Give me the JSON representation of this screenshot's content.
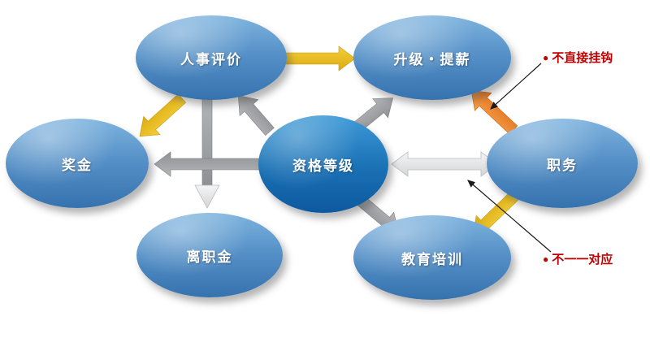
{
  "diagram": {
    "nodes": {
      "center": {
        "label": "资格等级"
      },
      "top_left": {
        "label": "人事评价"
      },
      "top_right": {
        "label": "升级・提薪"
      },
      "left": {
        "label": "奖金"
      },
      "right": {
        "label": "职务"
      },
      "bottom_left": {
        "label": "离职金"
      },
      "bottom_right": {
        "label": "教育培训"
      }
    },
    "edges": [
      {
        "from": "人事评价",
        "to": "升级・提薪",
        "style": "block-arrow",
        "color": "yellow"
      },
      {
        "from": "人事评价",
        "to": "奖金",
        "style": "block-arrow",
        "color": "yellow"
      },
      {
        "from": "资格等级",
        "to": "人事评价",
        "style": "block-arrow",
        "color": "gray"
      },
      {
        "from": "资格等级",
        "to": "离职金",
        "style": "block-arrow",
        "color": "light-gray"
      },
      {
        "from": "资格等级",
        "to": "奖金",
        "style": "block-arrow",
        "color": "gray"
      },
      {
        "from": "资格等级",
        "to": "升级・提薪",
        "style": "block-arrow",
        "color": "gray"
      },
      {
        "from": "资格等级",
        "to": "职务",
        "style": "double-arrow",
        "color": "light-gray"
      },
      {
        "from": "职务",
        "to": "升级・提薪",
        "style": "block-arrow",
        "color": "orange"
      },
      {
        "from": "资格等级",
        "to": "教育培训",
        "style": "block-arrow",
        "color": "gray"
      },
      {
        "from": "职务",
        "to": "教育培训",
        "style": "block-arrow",
        "color": "yellow"
      }
    ],
    "annotations": {
      "not_directly_linked": {
        "bullet": "●",
        "label": "不直接挂钩",
        "points_to": "职务→升级・提薪"
      },
      "not_one_to_one": {
        "bullet": "●",
        "label": "不一一对应",
        "points_to": "职务→教育培训"
      }
    },
    "colors": {
      "node_fill_light": "#7db3de",
      "node_fill_dark": "#3672ae",
      "center_fill_light": "#3e9ad7",
      "center_fill_dark": "#0d59a0",
      "yellow_arrow": "#e9bd1f",
      "orange_arrow": "#ec8a2e",
      "gray_arrow": "#a3a5a8",
      "light_arrow": "#e4e6e8",
      "annotation_red": "#c00000",
      "label_text": "#ffffff"
    }
  }
}
